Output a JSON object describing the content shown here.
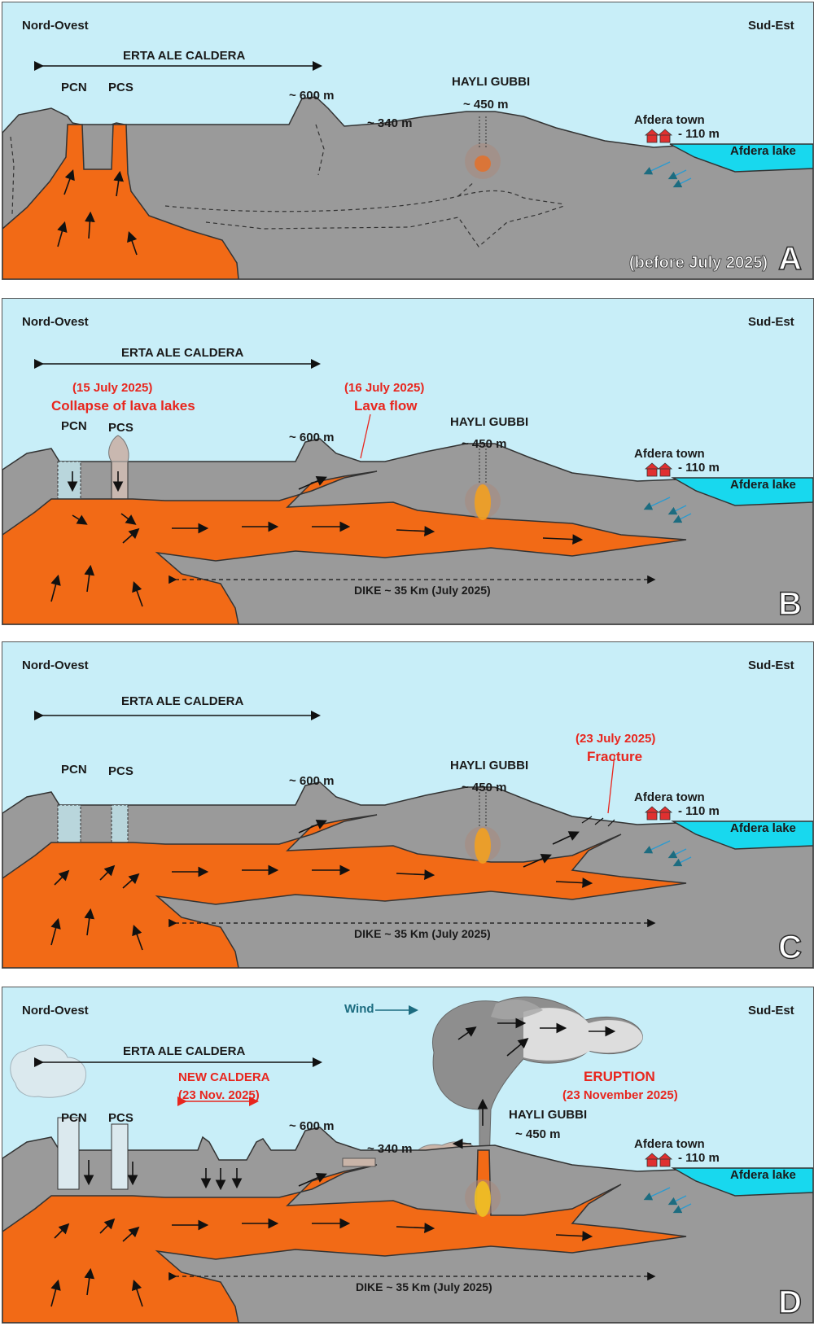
{
  "panels": [
    {
      "letter": "A",
      "nw": "Nord-Ovest",
      "se": "Sud-Est",
      "caldera": "ERTA ALE CALDERA",
      "pcn": "PCN",
      "pcs": "PCS",
      "elev600": "~ 600 m",
      "elev340": "~ 340 m",
      "hayli": "HAYLI GUBBI",
      "elev450": "~ 450 m",
      "afdera_town": "Afdera town",
      "elev110": "- 110 m",
      "afdera_lake": "Afdera lake",
      "note": "(before July 2025)"
    },
    {
      "letter": "B",
      "nw": "Nord-Ovest",
      "se": "Sud-Est",
      "caldera": "ERTA ALE CALDERA",
      "event1_date": "(15 July 2025)",
      "event1_text": "Collapse of lava lakes",
      "event2_date": "(16 July 2025)",
      "event2_text": "Lava flow",
      "pcn": "PCN",
      "pcs": "PCS",
      "elev600": "~ 600 m",
      "hayli": "HAYLI GUBBI",
      "elev450": "~ 450 m",
      "afdera_town": "Afdera town",
      "elev110": "- 110 m",
      "afdera_lake": "Afdera lake",
      "dike": "DIKE ~ 35 Km  (July 2025)"
    },
    {
      "letter": "C",
      "nw": "Nord-Ovest",
      "se": "Sud-Est",
      "caldera": "ERTA ALE CALDERA",
      "event_date": "(23 July 2025)",
      "event_text": "Fracture",
      "pcn": "PCN",
      "pcs": "PCS",
      "elev600": "~ 600 m",
      "hayli": "HAYLI GUBBI",
      "elev450": "~ 450 m",
      "afdera_town": "Afdera town",
      "elev110": "- 110 m",
      "afdera_lake": "Afdera lake",
      "dike": "DIKE ~ 35 Km  (July 2025)"
    },
    {
      "letter": "D",
      "nw": "Nord-Ovest",
      "se": "Sud-Est",
      "wind": "Wind",
      "caldera": "ERTA ALE CALDERA",
      "new_caldera": "NEW CALDERA",
      "new_caldera_date": "(23 Nov. 2025)",
      "eruption": "ERUPTION",
      "eruption_date": "(23 November 2025)",
      "pcn": "PCN",
      "pcs": "PCS",
      "elev600": "~ 600 m",
      "elev340": "~ 340 m",
      "hayli": "HAYLI GUBBI",
      "elev450": "~ 450 m",
      "afdera_town": "Afdera town",
      "elev110": "- 110 m",
      "afdera_lake": "Afdera lake",
      "dike": "DIKE ~ 35 Km  (July 2025)"
    }
  ],
  "colors": {
    "sky": "#c8eef8",
    "ground": "#9a9a9a",
    "magma": "#f26a16",
    "lake": "#18d8ee",
    "label_red": "#e8261e",
    "wind_blue": "#1c6c80"
  }
}
